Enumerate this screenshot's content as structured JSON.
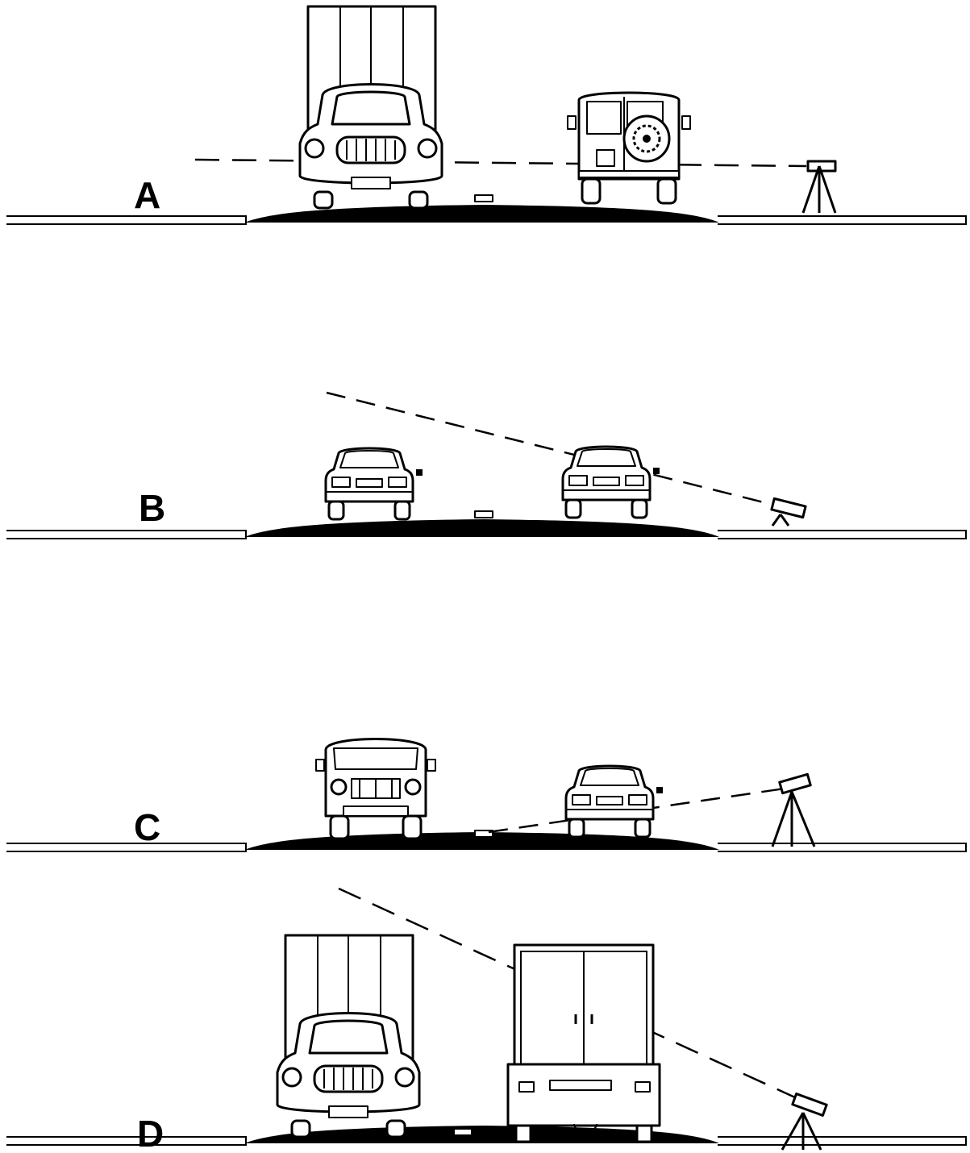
{
  "panels": [
    {
      "id": "A",
      "label": "A"
    },
    {
      "id": "B",
      "label": "B"
    },
    {
      "id": "C",
      "label": "C"
    },
    {
      "id": "D",
      "label": "D"
    }
  ],
  "colors": {
    "ink": "#000000",
    "background": "#ffffff"
  }
}
